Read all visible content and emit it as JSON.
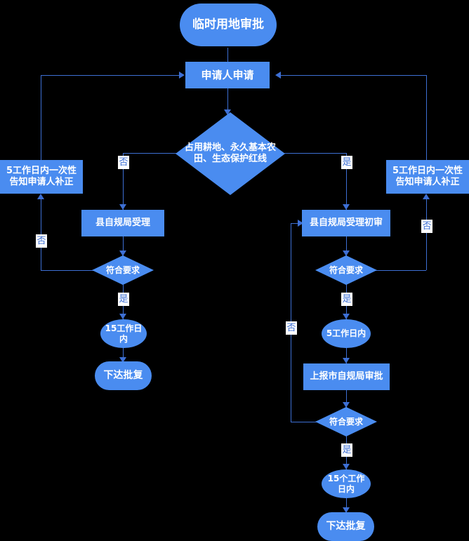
{
  "diagram": {
    "title": "临时用地审批",
    "type": "flowchart",
    "theme": {
      "background": "#000000",
      "node_fill": "#4a8cf0",
      "node_text": "#ffffff",
      "edge_color": "#3d6fd4",
      "edge_label_bg": "#ffffff",
      "edge_label_text": "#3d6fd4"
    },
    "nodes": {
      "start": {
        "label": "临时用地审批",
        "shape": "pill"
      },
      "apply": {
        "label": "申请人申请",
        "shape": "rect"
      },
      "decision_land": {
        "label": "占用耕地、永久基本农田、生态保护红线",
        "shape": "diamond"
      },
      "left_correct": {
        "label": "5工作日内一次性告知申请人补正",
        "shape": "rect"
      },
      "right_correct": {
        "label": "5工作日内一次性告知申请人补正",
        "shape": "rect"
      },
      "left_accept": {
        "label": "县自规局受理",
        "shape": "rect"
      },
      "left_check": {
        "label": "符合要求",
        "shape": "diamond"
      },
      "left_days": {
        "label": "15工作日内",
        "shape": "ellipse"
      },
      "left_result": {
        "label": "下达批复",
        "shape": "round"
      },
      "right_accept": {
        "label": "县自规局受理初审",
        "shape": "rect"
      },
      "right_check": {
        "label": "符合要求",
        "shape": "diamond"
      },
      "right_days": {
        "label": "5工作日内",
        "shape": "ellipse"
      },
      "report_city": {
        "label": "上报市自规局审批",
        "shape": "rect"
      },
      "city_check": {
        "label": "符合要求",
        "shape": "diamond"
      },
      "city_days": {
        "label": "15个工作日内",
        "shape": "ellipse"
      },
      "city_result": {
        "label": "下达批复",
        "shape": "round"
      }
    },
    "edge_labels": {
      "land_no": "否",
      "land_yes": "是",
      "left_check_no": "否",
      "left_check_yes": "是",
      "right_check_no": "否",
      "right_check_yes": "是",
      "city_check_no": "否",
      "city_check_yes": "是"
    }
  }
}
